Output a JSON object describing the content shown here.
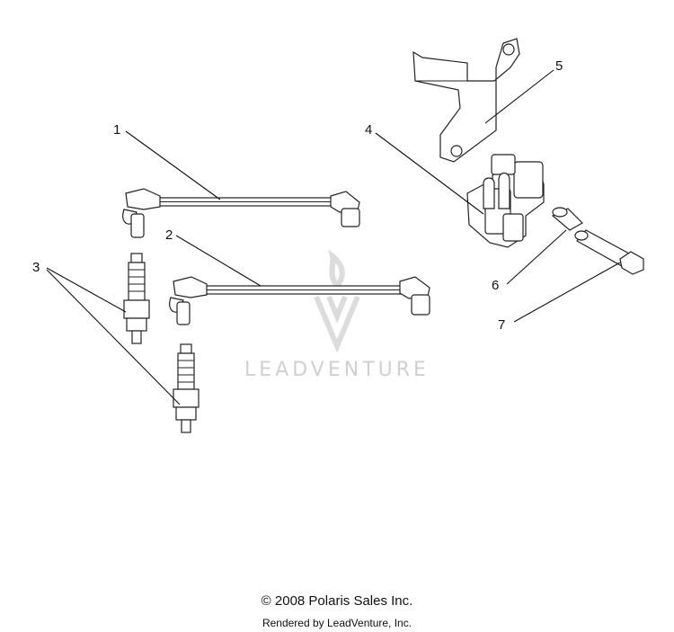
{
  "callouts": [
    {
      "label": "1"
    },
    {
      "label": "2"
    },
    {
      "label": "3"
    },
    {
      "label": "4"
    },
    {
      "label": "5"
    },
    {
      "label": "6"
    },
    {
      "label": "7"
    }
  ],
  "watermark": {
    "text": "LEADVENTURE"
  },
  "footer": {
    "copyright": "© 2008 Polaris Sales Inc.",
    "rendered_by": "Rendered by LeadVenture, Inc."
  }
}
